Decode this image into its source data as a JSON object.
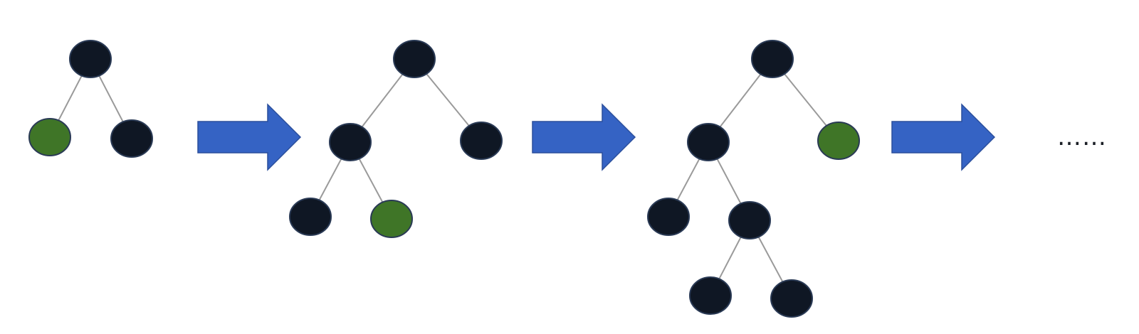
{
  "colors": {
    "background": "#ffffff",
    "node_default": "#0f1724",
    "node_highlight": "#3f7527",
    "node_stroke": "#2a3a55",
    "edge": "#9a9a9a",
    "arrow_fill": "#3563c4",
    "arrow_stroke": "#2b4f9c"
  },
  "steps": [
    {
      "name": "step-1",
      "nodes": [
        {
          "id": "root",
          "parent": null,
          "highlight": false
        },
        {
          "id": "l",
          "parent": "root",
          "highlight": true
        },
        {
          "id": "r",
          "parent": "root",
          "highlight": false
        }
      ]
    },
    {
      "name": "step-2",
      "nodes": [
        {
          "id": "root",
          "parent": null,
          "highlight": false
        },
        {
          "id": "l",
          "parent": "root",
          "highlight": false
        },
        {
          "id": "r",
          "parent": "root",
          "highlight": false
        },
        {
          "id": "ll",
          "parent": "l",
          "highlight": false
        },
        {
          "id": "lr",
          "parent": "l",
          "highlight": true
        }
      ]
    },
    {
      "name": "step-3",
      "nodes": [
        {
          "id": "root",
          "parent": null,
          "highlight": false
        },
        {
          "id": "l",
          "parent": "root",
          "highlight": false
        },
        {
          "id": "r",
          "parent": "root",
          "highlight": true
        },
        {
          "id": "ll",
          "parent": "l",
          "highlight": false
        },
        {
          "id": "lr",
          "parent": "l",
          "highlight": false
        },
        {
          "id": "lrl",
          "parent": "lr",
          "highlight": false
        },
        {
          "id": "lrr",
          "parent": "lr",
          "highlight": false
        }
      ]
    }
  ],
  "arrows": 3,
  "ellipsis_text": "……"
}
